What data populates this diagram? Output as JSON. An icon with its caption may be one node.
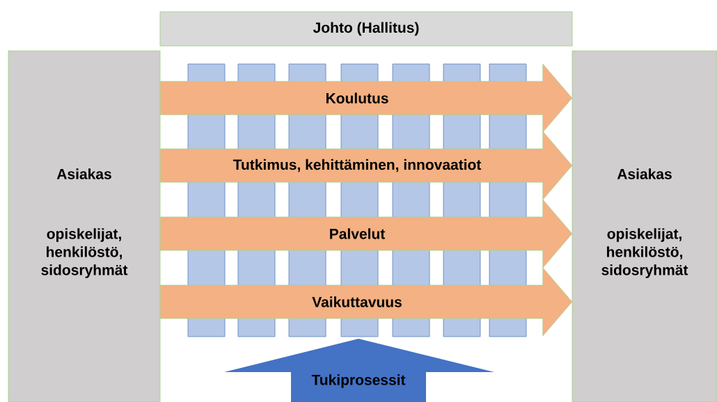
{
  "diagram": {
    "nodes": [
      {
        "text": [
          "Johto (Hallitus)"
        ]
      },
      {
        "text": [
          "Asiakas",
          "opiskelijat, henkilöstö, sidosryhmät"
        ]
      },
      {
        "text": [
          "Asiakas",
          "opiskelijat, henkilöstö, sidosryhmät"
        ]
      },
      {
        "text": [
          "Tukiprosessit"
        ]
      }
    ],
    "edges": [
      {
        "from": 1,
        "to": 2,
        "arrow": "to",
        "label": "Koulutus"
      },
      {
        "from": 1,
        "to": 2,
        "arrow": "to",
        "label": "Tutkimus, kehittäminen, innovaatiot"
      },
      {
        "from": 1,
        "to": 2,
        "arrow": "to",
        "label": "Palvelut"
      },
      {
        "from": 1,
        "to": 2,
        "arrow": "to",
        "label": "Vaikuttavuus"
      }
    ]
  }
}
